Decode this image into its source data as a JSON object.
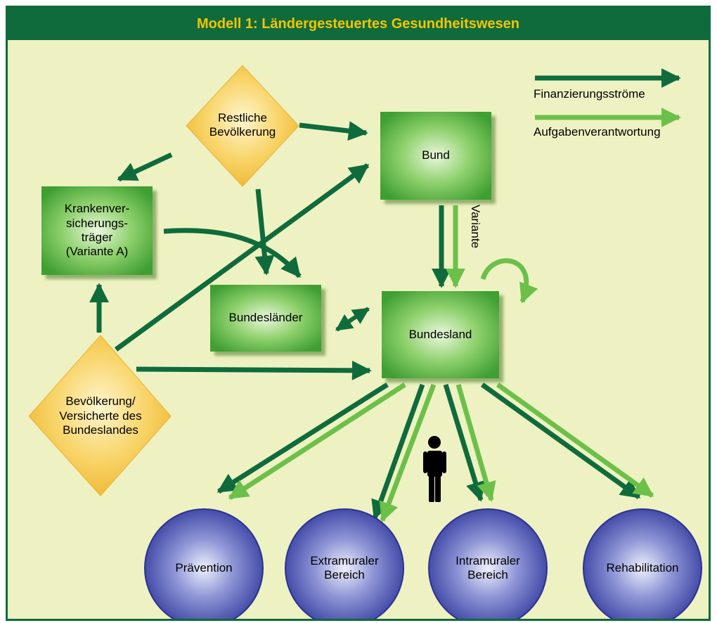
{
  "title": "Modell 1: Ländergesteuertes Gesundheitswesen",
  "legend": {
    "financing": "Finanzierungsströme",
    "responsibility": "Aufgabenverantwortung"
  },
  "nodes": {
    "restliche": "Restliche\nBevölkerung",
    "bund": "Bund",
    "kranken": "Krankenver-\nsicherungs-\nträger\n(Variante A)",
    "bundeslaender": "Bundesländer",
    "bundesland": "Bundesland",
    "bevoelkerung": "Bevölkerung/\nVersicherte des\nBundeslandes",
    "praevention": "Prävention",
    "extramural": "Extramuraler\nBereich",
    "intramural": "Intramuraler\nBereich",
    "rehab": "Rehabilitation"
  },
  "variant_label": "Variante",
  "colors": {
    "frame": "#0f6b3c",
    "title_text": "#f5c400",
    "background": "#eef2c2",
    "financing_arrow": "#0f6b3c",
    "responsibility_arrow": "#6cc04a",
    "diamond": "#f6c646",
    "box": "#5fb84a",
    "circle": "#3f48a8"
  }
}
